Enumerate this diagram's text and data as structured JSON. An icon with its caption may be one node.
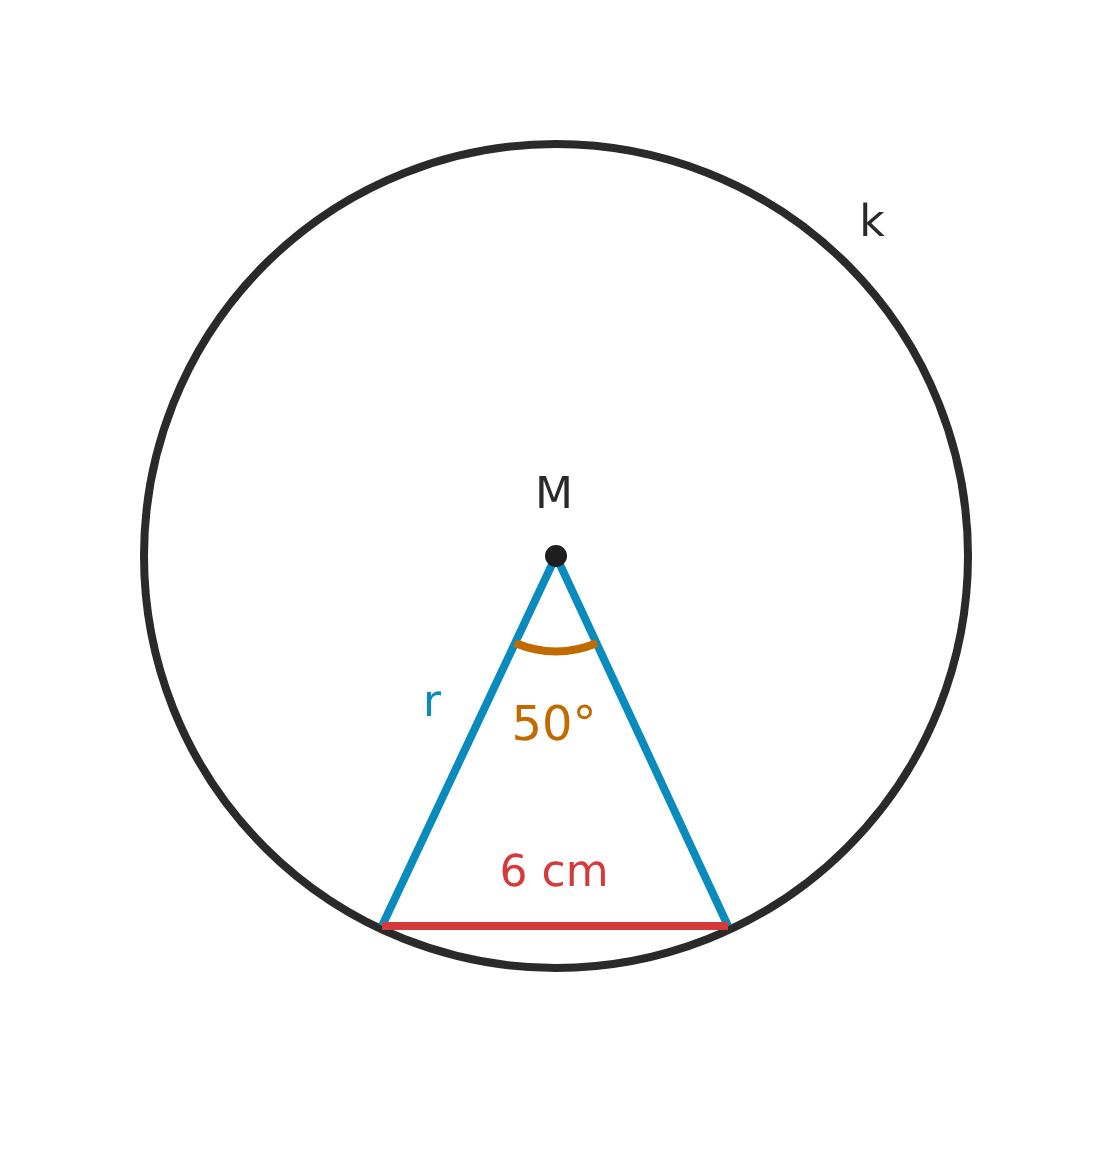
{
  "diagram": {
    "labels": [
      "k",
      "M",
      "r",
      "50°",
      "6 cm"
    ]
  }
}
